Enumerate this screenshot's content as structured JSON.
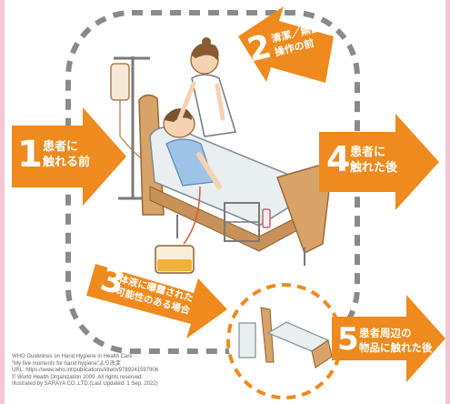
{
  "colors": {
    "arrow": "#ef8a1e",
    "frame_border": "#f4c6d3",
    "dash": "#8a8a8a",
    "bed_wood": "#d8a368",
    "blanket": "#e9eef0"
  },
  "moments": [
    {
      "number": "1",
      "label_lines": [
        "患者に",
        "触れる前"
      ]
    },
    {
      "number": "2",
      "label_lines": [
        "清潔／無菌",
        "操作の前"
      ]
    },
    {
      "number": "3",
      "label_lines": [
        "体液に曝露された",
        "可能性のある場合"
      ]
    },
    {
      "number": "4",
      "label_lines": [
        "患者に",
        "触れた後"
      ]
    },
    {
      "number": "5",
      "label_lines": [
        "患者周辺の",
        "物品に触れた後"
      ]
    }
  ],
  "credits": [
    "WHO Guidelines on Hand Hygiene in Health Care",
    "\"My five moments for hand hygiene\"より改変",
    "URL: https://www.who.int/publications/i/item/9789241597906",
    "© World Health Organization 2009. All rights reserved.",
    "Illustrated by SARAYA CO.,LTD.(Last Updated: 1 Sep. 2022)"
  ]
}
